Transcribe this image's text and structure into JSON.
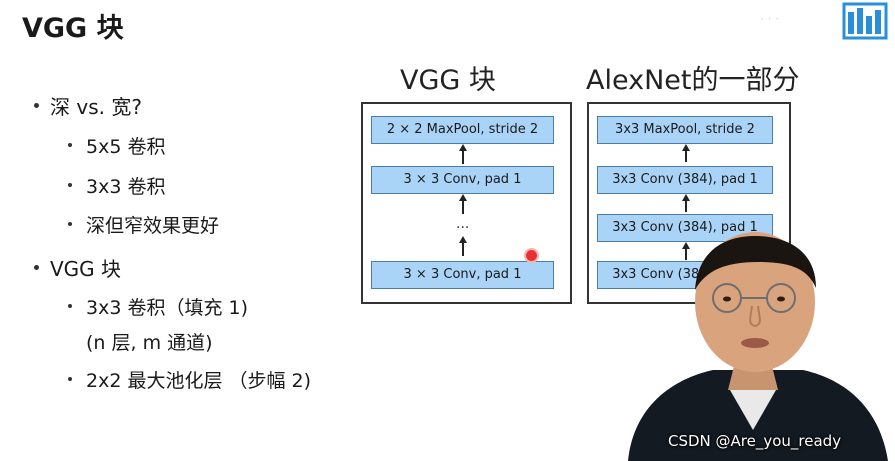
{
  "slide": {
    "title": "VGG 块",
    "bullets": [
      "深 vs. 宽?",
      "5x5 卷积",
      "3x3 卷积",
      "深但窄效果更好",
      "VGG 块",
      "3x3 卷积（填充 1)",
      "(n 层, m 通道)",
      "2x2 最大池化层 （步幅 2)"
    ]
  },
  "vgg_diagram": {
    "title": "VGG 块",
    "boxes": [
      "2 × 2 MaxPool, stride 2",
      "3 × 3 Conv, pad 1",
      "3 × 3 Conv, pad 1"
    ],
    "ellipsis": "..."
  },
  "alexnet_diagram": {
    "title": "AlexNet的一部分",
    "boxes": [
      "3x3 MaxPool, stride 2",
      "3x3 Conv (384), pad 1",
      "3x3 Conv (384), pad 1",
      "3x3 Conv (384), pad 1"
    ]
  },
  "watermark": {
    "credit": "CSDN @Are_you_ready"
  },
  "colors": {
    "box_fill": "#aad4f7",
    "box_border": "#4a7ea8",
    "cursor": "#e53333"
  },
  "icons": [
    "logo-icon",
    "pointer-dot"
  ]
}
